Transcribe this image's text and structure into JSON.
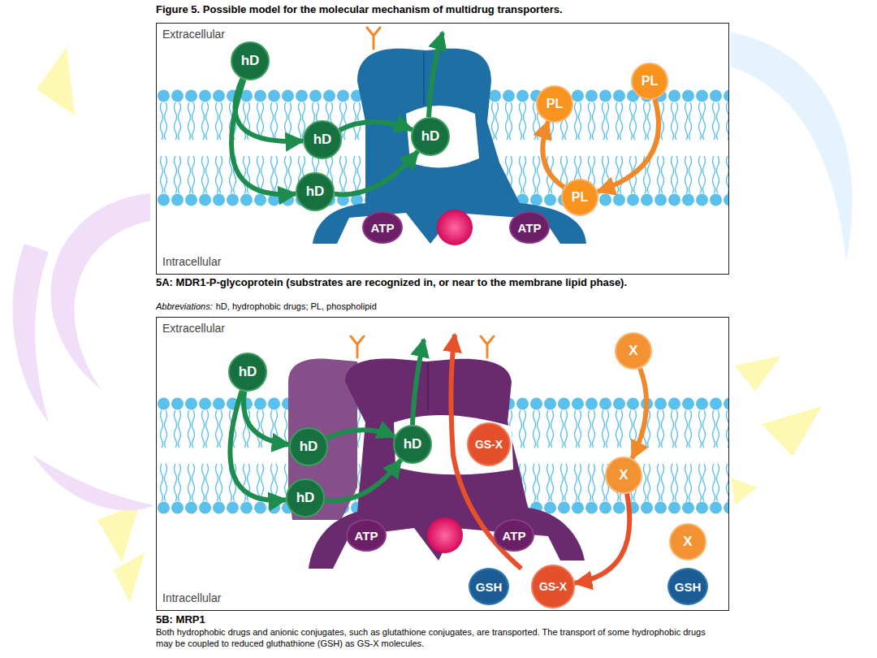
{
  "diagram": {
    "title": "Figure 5. Possible model for the molecular mechanism of multidrug transporters.",
    "nodes": [
      {
        "text": [
          "Extracellular",
          "Intracellular"
        ]
      },
      {
        "text": [
          "hD"
        ],
        "in": 0
      },
      {
        "text": [
          "hD"
        ],
        "in": 0
      },
      {
        "text": [
          "hD"
        ],
        "in": 0
      },
      {
        "text": [
          "hD"
        ],
        "in": 0
      },
      {
        "text": [
          "PL"
        ],
        "in": 0
      },
      {
        "text": [
          "PL"
        ],
        "in": 0
      },
      {
        "text": [
          "PL"
        ],
        "in": 0
      },
      {
        "text": [
          "ATP"
        ],
        "in": 0
      },
      {
        "text": [
          "ATP"
        ],
        "in": 0
      },
      {
        "text": [
          "Extracellular",
          "Intracellular"
        ]
      },
      {
        "text": [
          "hD"
        ],
        "in": 10
      },
      {
        "text": [
          "hD"
        ],
        "in": 10
      },
      {
        "text": [
          "hD"
        ],
        "in": 10
      },
      {
        "text": [
          "hD"
        ],
        "in": 10
      },
      {
        "text": [
          "GS-X"
        ],
        "in": 10
      },
      {
        "text": [
          "X"
        ],
        "in": 10
      },
      {
        "text": [
          "X"
        ],
        "in": 10
      },
      {
        "text": [
          "X"
        ],
        "in": 10
      },
      {
        "text": [
          "ATP"
        ],
        "in": 10
      },
      {
        "text": [
          "ATP"
        ],
        "in": 10
      },
      {
        "text": [
          "GSH"
        ],
        "in": 10
      },
      {
        "text": [
          "GS-X"
        ],
        "in": 10
      },
      {
        "text": [
          "GSH"
        ],
        "in": 10
      }
    ],
    "edges": [
      {
        "from": 1,
        "to": 2,
        "arrow": "to"
      },
      {
        "from": 1,
        "to": 3,
        "arrow": "to"
      },
      {
        "from": 2,
        "to": 4,
        "arrow": "to"
      },
      {
        "from": 3,
        "to": 4,
        "arrow": "to"
      },
      {
        "from": 6,
        "to": 7,
        "arrow": "to"
      },
      {
        "from": 7,
        "to": 5,
        "arrow": "to"
      },
      {
        "from": 11,
        "to": 12,
        "arrow": "to"
      },
      {
        "from": 11,
        "to": 13,
        "arrow": "to"
      },
      {
        "from": 12,
        "to": 14,
        "arrow": "to"
      },
      {
        "from": 13,
        "to": 14,
        "arrow": "to"
      },
      {
        "from": 16,
        "to": 17,
        "arrow": "to"
      },
      {
        "from": 17,
        "to": 22,
        "arrow": "to"
      }
    ],
    "labels": [
      "5A: MDR1-P-glycoprotein (substrates are recognized in, or near to the membrane lipid phase).",
      "Abbreviations:",
      "hD, hydrophobic drugs; PL, phospholipid",
      "5B: MRP1",
      "Both hydrophobic drugs and anionic conjugates, such as glutathione conjugates, are transported. The transport of some hydrophobic drugs may be coupled to reduced gluthathione (GSH) as GS-X molecules."
    ]
  }
}
